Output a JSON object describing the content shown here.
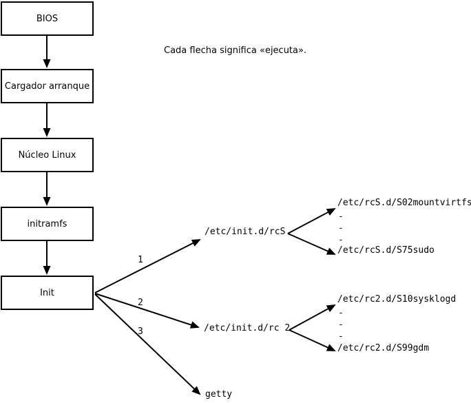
{
  "note": {
    "text": "Cada flecha significa «ejecuta»."
  },
  "boxes": {
    "bios": "BIOS",
    "bootloader": "Cargador arranque",
    "kernel": "Núcleo Linux",
    "initramfs": "initramfs",
    "init": "Init"
  },
  "branch_labels": {
    "one": "1",
    "two": "2",
    "three": "3"
  },
  "targets": {
    "rcs": "/etc/init.d/rcS",
    "rc2": "/etc/init.d/rc 2",
    "getty": "getty"
  },
  "rcs_scripts": {
    "first": "/etc/rcS.d/S02mountvirtfs",
    "ellipsis": "-\n-\n-",
    "last": "/etc/rcS.d/S75sudo"
  },
  "rc2_scripts": {
    "first": "/etc/rc2.d/S10sysklogd",
    "ellipsis": "-\n-\n-",
    "last": "/etc/rc2.d/S99gdm"
  },
  "colors": {
    "background": "#ffffff",
    "line": "#000000",
    "text": "#000000"
  }
}
